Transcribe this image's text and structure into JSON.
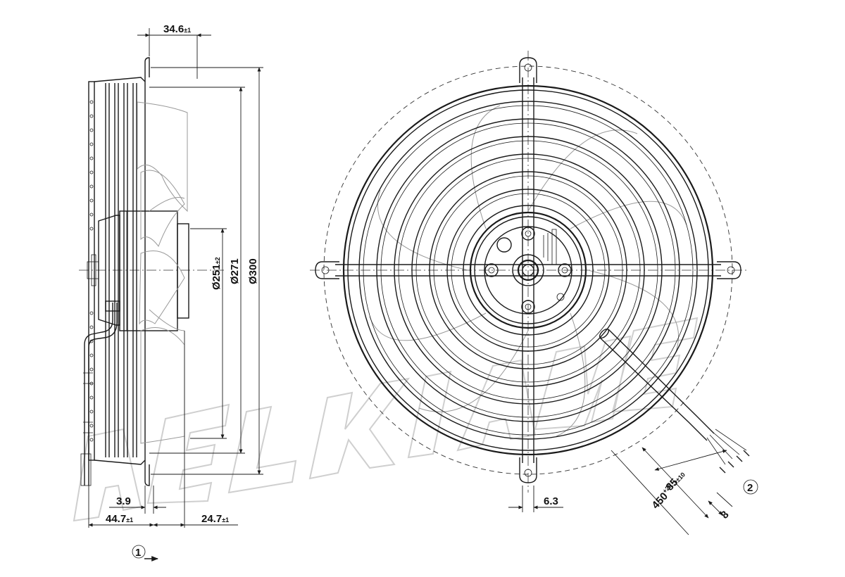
{
  "side_view": {
    "dim_top_width": {
      "value": "34.6",
      "tol": "±1"
    },
    "dim_dia_inner": {
      "value": "Ø251",
      "tol": "±2"
    },
    "dim_dia_mid": {
      "value": "Ø271"
    },
    "dim_dia_outer": {
      "value": "Ø300"
    },
    "dim_bottom_small": {
      "value": "3.9"
    },
    "dim_bottom_left": {
      "value": "44.7",
      "tol": "±1"
    },
    "dim_bottom_right": {
      "value": "24.7",
      "tol": "±1"
    },
    "callout_airflow": "1"
  },
  "front_view": {
    "dim_foot": {
      "value": "6.3"
    },
    "dim_strip": {
      "value": "85",
      "tol": "±10"
    },
    "dim_cable": {
      "value": "450",
      "tol": "+20"
    },
    "dim_wire_end": {
      "value": "8"
    },
    "callout_cable": "2"
  },
  "colors": {
    "line": "#1a1a1a",
    "watermark": "#cfcfcf",
    "blade": "#999999"
  }
}
